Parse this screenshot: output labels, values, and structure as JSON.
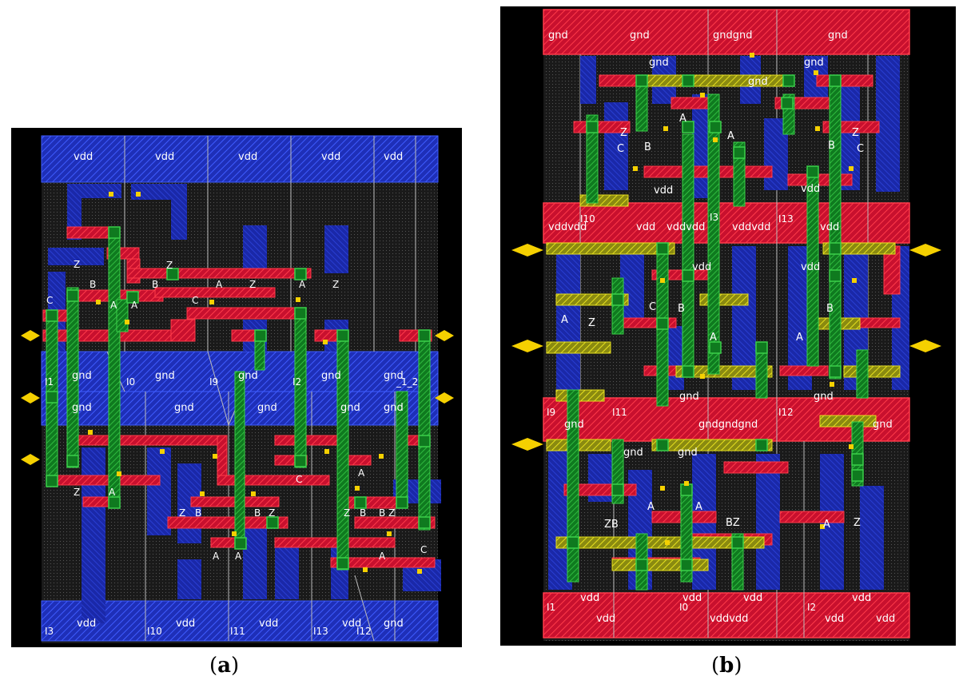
{
  "panel_a": {
    "caption_letter": "a",
    "top_rail_labels": [
      "vdd",
      "vdd",
      "vdd",
      "vdd",
      "vdd"
    ],
    "mid_rail_upper_labels": [
      "gnd",
      "gnd",
      "gnd",
      "gnd",
      "gnd"
    ],
    "mid_rail_lower_labels": [
      "gnd",
      "gnd",
      "gnd",
      "gnd",
      "gnd"
    ],
    "bottom_rail_labels": [
      "vdd",
      "vdd",
      "vdd",
      "vdd",
      "gnd"
    ],
    "instance_labels_mid": [
      "I1",
      "I0",
      "I9",
      "I2",
      "_1_2"
    ],
    "instance_labels_bottom": [
      "I3",
      "I10",
      "I11",
      "I13",
      "I12"
    ],
    "pin_labels": [
      "Z",
      "B",
      "A",
      "A",
      "B",
      "Z",
      "A",
      "Z",
      "A",
      "Z",
      "C",
      "C",
      "Z",
      "A",
      "C",
      "Z",
      "B",
      "B",
      "Z",
      "A",
      "A",
      "A",
      "Z",
      "B",
      "B",
      "Z",
      "A",
      "C"
    ]
  },
  "panel_b": {
    "caption_letter": "b",
    "top_rail_labels": [
      "gnd",
      "gnd",
      "gndgnd",
      "gnd"
    ],
    "cell_labels": [
      "gnd",
      "gnd",
      "gnd",
      "C",
      "B",
      "A",
      "A",
      "B",
      "C",
      "vdd",
      "vdd",
      "Z",
      "Z"
    ],
    "instance_labels_row1": [
      "I10",
      "I3",
      "I13"
    ],
    "rail2_labels": [
      "vddvdd",
      "vdd",
      "vddvdd",
      "vddvdd",
      "vdd"
    ],
    "mid_labels": [
      "vdd",
      "vdd",
      "A",
      "Z",
      "C",
      "B",
      "A",
      "A",
      "B"
    ],
    "instance_labels_row2": [
      "I9",
      "I11",
      "I12"
    ],
    "rail3_labels": [
      "gnd",
      "gndgndgnd",
      "gnd",
      "gnd"
    ],
    "lower_labels": [
      "gnd",
      "gnd",
      "gnd",
      "A",
      "A",
      "ZB",
      "BZ",
      "A",
      "Z"
    ],
    "instance_labels_row3": [
      "I1",
      "I0",
      "I2"
    ],
    "bottom_rail_labels": [
      "vdd",
      "vdd",
      "vdd",
      "vdd",
      "vddvdd",
      "vdd",
      "vdd",
      "vdd"
    ]
  }
}
